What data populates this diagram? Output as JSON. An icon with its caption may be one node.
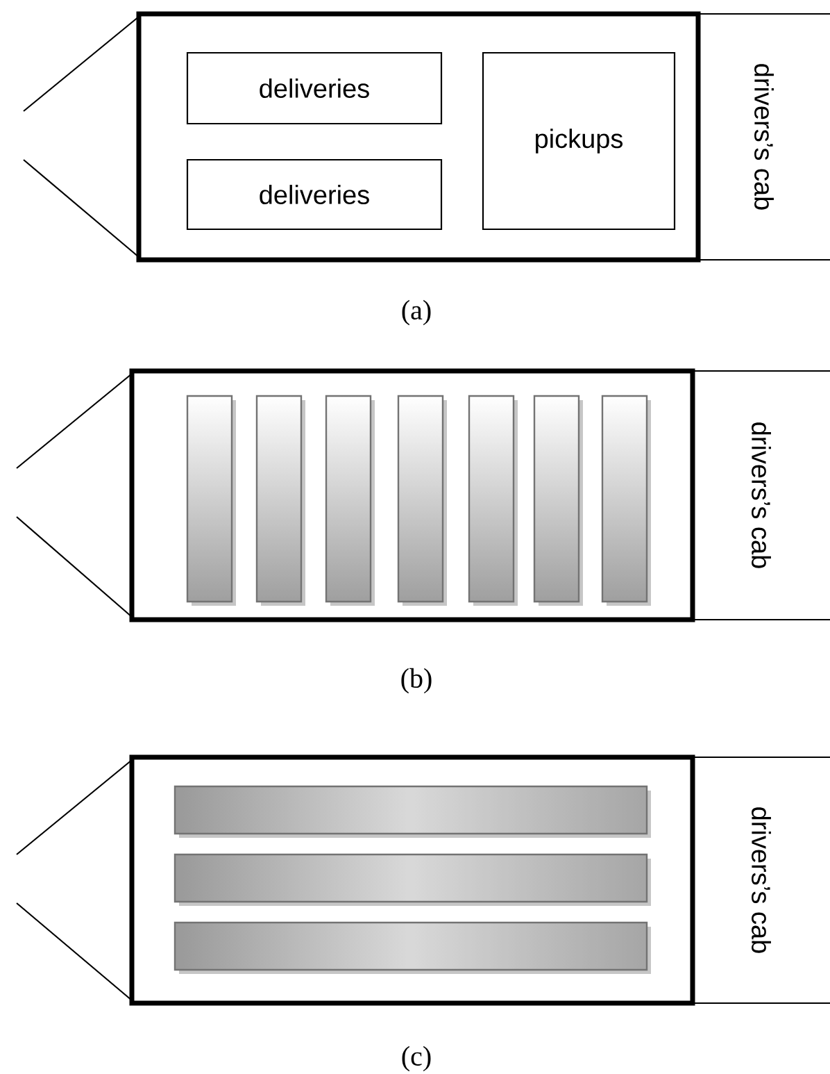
{
  "diagram": {
    "nodes": [
      {
        "text": [],
        "shape": "box"
      },
      {
        "text": [
          "deliveries"
        ],
        "in": 0
      },
      {
        "text": [
          "deliveries"
        ],
        "in": 0
      },
      {
        "text": [
          "pickups"
        ],
        "in": 0
      },
      {
        "text": [
          "drivers’s cab"
        ]
      },
      {
        "text": [],
        "shape": "box"
      },
      {
        "text": [],
        "shape": "bar",
        "in": 5
      },
      {
        "text": [],
        "shape": "bar",
        "in": 5
      },
      {
        "text": [],
        "shape": "bar",
        "in": 5
      },
      {
        "text": [],
        "shape": "bar",
        "in": 5
      },
      {
        "text": [],
        "shape": "bar",
        "in": 5
      },
      {
        "text": [],
        "shape": "bar",
        "in": 5
      },
      {
        "text": [],
        "shape": "bar",
        "in": 5
      },
      {
        "text": [
          "drivers’s cab"
        ]
      },
      {
        "text": [],
        "shape": "box"
      },
      {
        "text": [],
        "shape": "bar",
        "in": 14
      },
      {
        "text": [],
        "shape": "bar",
        "in": 14
      },
      {
        "text": [],
        "shape": "bar",
        "in": 14
      },
      {
        "text": [
          "drivers’s cab"
        ]
      }
    ],
    "labels": [
      "(a)",
      "(b)",
      "(c)"
    ]
  }
}
